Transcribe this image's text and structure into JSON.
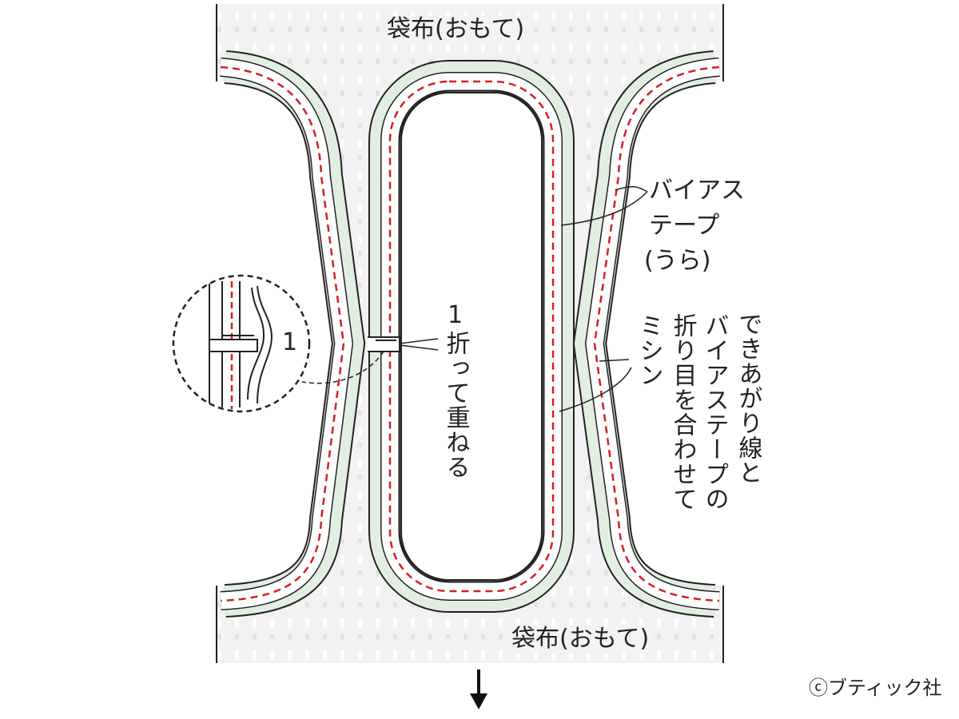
{
  "labels": {
    "fabric_top": "袋布(おもて)",
    "fabric_bottom": "袋布(おもて)",
    "bias_tape_line1": "バイアス",
    "bias_tape_line2": "テープ",
    "bias_tape_line3": "(うら)",
    "fold_number": "1",
    "fold_text": "折って重ねる",
    "inset_number": "1",
    "instruction_col1": "できあがり線と",
    "instruction_col2": "バイアステープの",
    "instruction_col3": "折り目を合わせて",
    "instruction_col4": "ミシン",
    "copyright": "ⓒブティック社"
  },
  "colors": {
    "tape_fill": "#e2eee2",
    "stitch": "#d42020",
    "fabric": "#f2f2f2"
  },
  "icons": {
    "next_step": "arrow-down-icon"
  }
}
